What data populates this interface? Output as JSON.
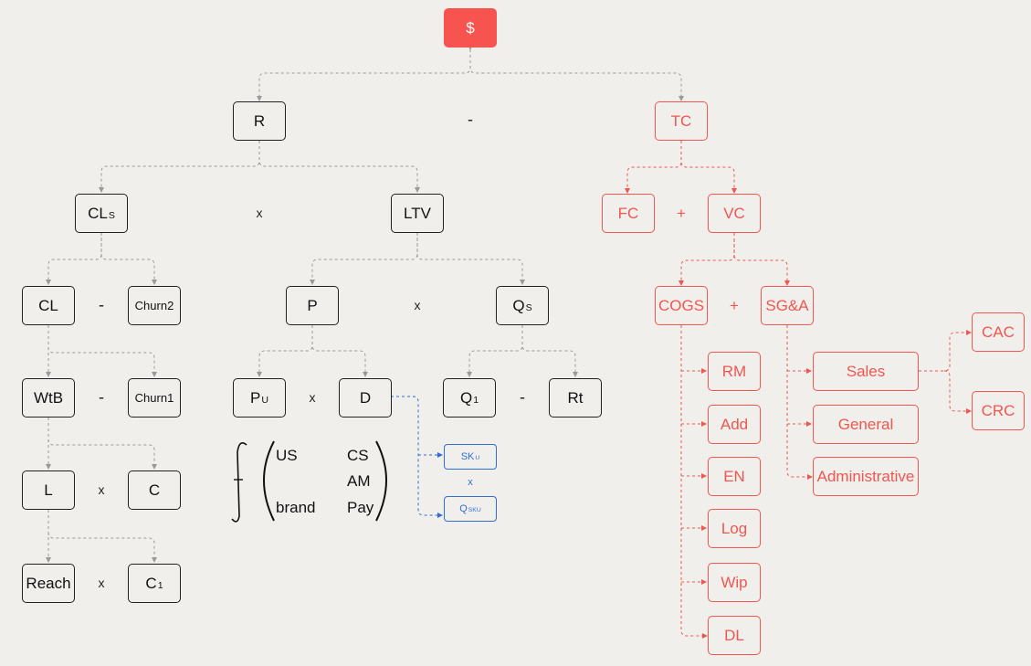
{
  "root": {
    "label": "$",
    "color": "#f75450"
  },
  "revenue": {
    "r": "R",
    "cls": {
      "main": "CL",
      "sub": "S"
    },
    "ltv": "LTV",
    "cl": "CL",
    "churn2": "Churn2",
    "wtb": "WtB",
    "churn1": "Churn1",
    "l": "L",
    "c": "C",
    "reach": "Reach",
    "c1": {
      "main": "C",
      "sub": "1"
    },
    "p": "P",
    "qs": {
      "main": "Q",
      "sub": "S"
    },
    "pu": {
      "main": "P",
      "sub": "U"
    },
    "d": "D",
    "q1": {
      "main": "Q",
      "sub": "1"
    },
    "rt": "Rt",
    "sku": {
      "main": "SK",
      "sub": "U"
    },
    "qsku": {
      "main": "Q",
      "sub": "SKU"
    },
    "matrix": {
      "us": "US",
      "cs": "CS",
      "am": "AM",
      "brand": "brand",
      "pay": "Pay"
    }
  },
  "cost": {
    "tc": "TC",
    "fc": "FC",
    "vc": "VC",
    "cogs": "COGS",
    "sga": "SG&A",
    "cogs_items": [
      "RM",
      "Add",
      "EN",
      "Log",
      "Wip",
      "DL"
    ],
    "sga_items": [
      "Sales",
      "General",
      "Administrative"
    ],
    "sales_items": [
      "CAC",
      "CRC"
    ],
    "color": "#f0564f"
  },
  "operators": {
    "r_minus_tc": "-",
    "cls_x_ltv": "x",
    "cl_minus_churn2": "-",
    "wtb_minus_churn1": "-",
    "l_x_c": "x",
    "reach_x_c1": "x",
    "p_x_qs": "x",
    "pu_x_d": "x",
    "q1_minus_rt": "-",
    "sku_x_qsku": "x",
    "fc_plus_vc": "+",
    "cogs_plus_sga": "+"
  },
  "colors": {
    "background": "#f1efec",
    "connector_gray": "#999999",
    "accent_red": "#f0564f",
    "accent_blue": "#2f6fd1"
  }
}
